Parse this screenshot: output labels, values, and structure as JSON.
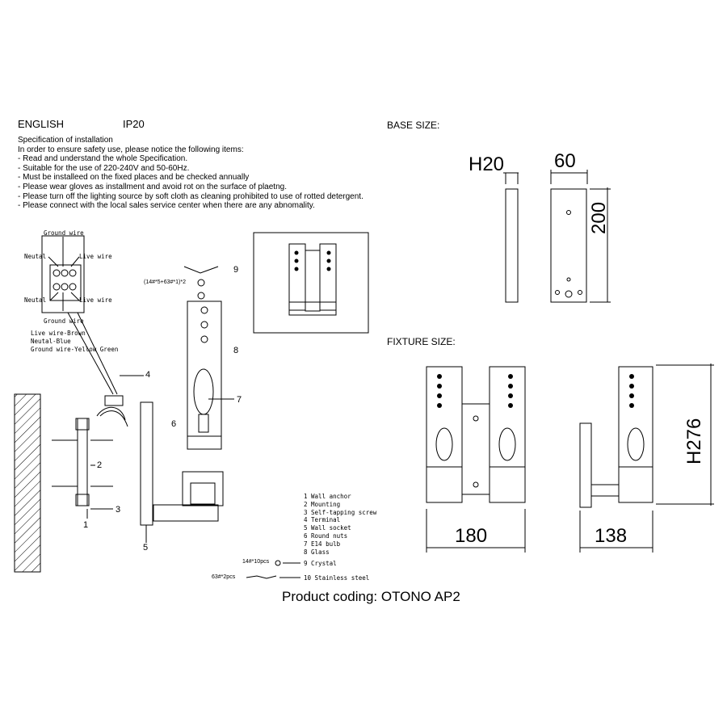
{
  "header": {
    "language": "ENGLISH",
    "ip_rating": "IP20"
  },
  "spec": {
    "title": "Specification of installation",
    "intro": "In order to ensure safety use, please notice the following items:",
    "items": [
      "- Read and understand the whole Specification.",
      "- Suitable for the use of 220-240V and 50-60Hz.",
      "- Must be installeed on the fixed places and be checked annually",
      "- Please wear gloves as installment and avoid rot on the surface of plaetng.",
      "- Please turn off the lighting source by soft cloth as cleaning prohibited to use of rotted detergent.",
      "- Please connect with the local sales service center when there are any abnomality."
    ]
  },
  "wiring": {
    "ground_wire_top": "Ground wire",
    "neutal_top": "Neutal",
    "live_wire_top": "Live wire",
    "neutal_bottom": "Neutal",
    "live_wire_bottom": "Live wire",
    "ground_wire_bottom": "Ground wire",
    "legend": [
      "Live wire-Brown",
      "Neutal-Blue",
      "Ground wire-Yellow Green"
    ]
  },
  "callouts": {
    "n1": "1",
    "n2": "2",
    "n3": "3",
    "n4": "4",
    "n5": "5",
    "n6": "6",
    "n7": "7",
    "n8": "8",
    "n9": "9",
    "crystal_count": "(14#*5+63#*1)*2"
  },
  "parts_list": [
    "1 Wall anchor",
    "2 Mounting",
    "3 Self-tapping screw",
    "4 Terminal",
    "5 Wall socket",
    "6 Round nuts",
    "7 E14 bulb",
    "8 Glass"
  ],
  "accessories": [
    {
      "qty": "14#*10pcs",
      "label": "9 Crystal"
    },
    {
      "qty": "63#*2pcs",
      "label": "10 Stainless steel"
    }
  ],
  "base_size": {
    "label": "BASE SIZE:",
    "h": "H20",
    "w": "60",
    "d": "200"
  },
  "fixture_size": {
    "label": "FIXTURE SIZE:",
    "w": "180",
    "d": "138",
    "h": "H276"
  },
  "product_coding": "Product coding: OTONO AP2"
}
